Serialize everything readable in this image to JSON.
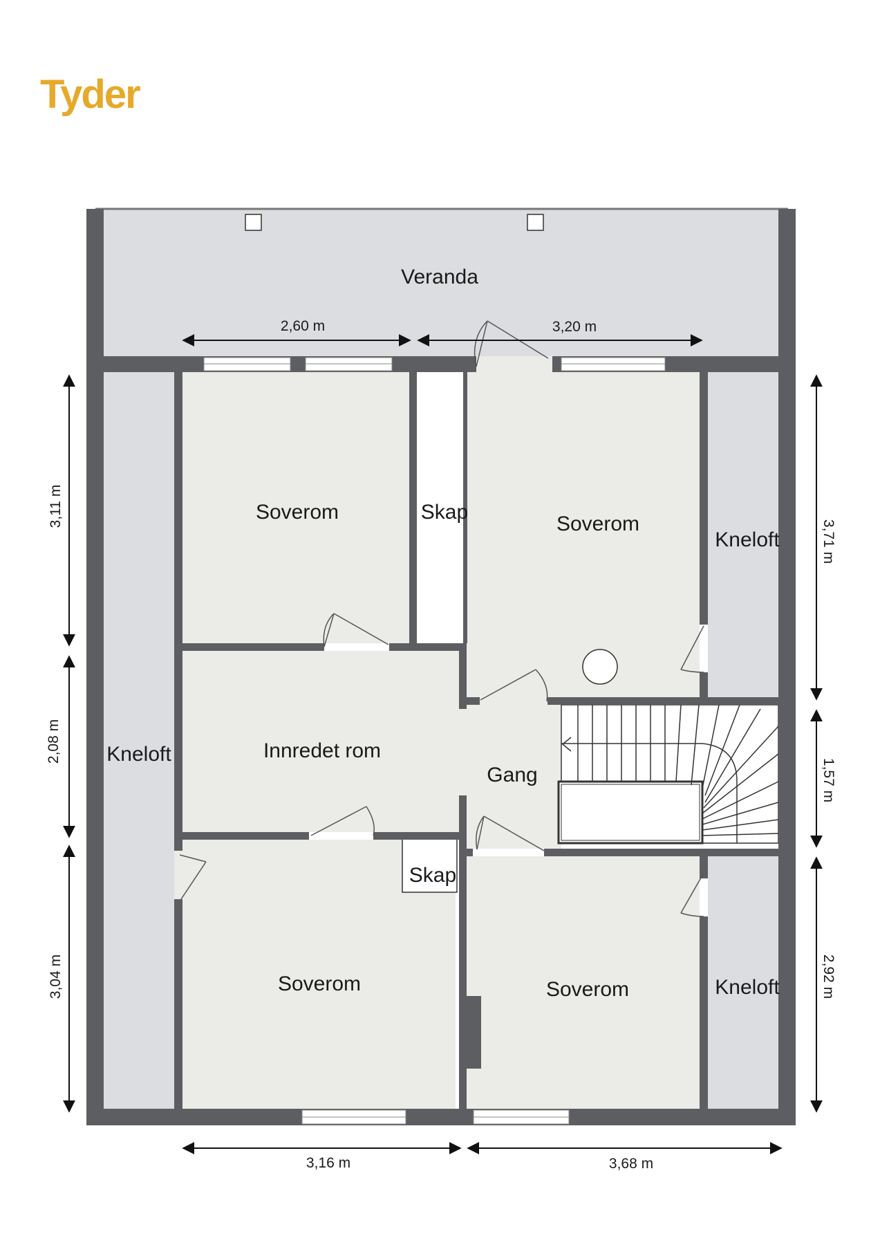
{
  "brand": {
    "name": "Tyder",
    "color": "#e6a92a"
  },
  "colors": {
    "wall": "#5d5e61",
    "floor": "#ebebe7",
    "kneloft": "#dcdde0",
    "veranda": "#dcdde0"
  },
  "rooms": {
    "veranda": "Veranda",
    "soverom_top_left": "Soverom",
    "skap_top": "Skap",
    "soverom_top_right": "Soverom",
    "kneloft_right_top": "Kneloft",
    "kneloft_left": "Kneloft",
    "innredet_rom": "Innredet rom",
    "gang": "Gang",
    "skap_mid": "Skap",
    "soverom_bottom_left": "Soverom",
    "soverom_bottom_right": "Soverom",
    "kneloft_right_bottom": "Kneloft"
  },
  "dimensions": {
    "top_left": "2,60 m",
    "top_right": "3,20 m",
    "left_top": "3,11 m",
    "left_mid": "2,08 m",
    "left_bottom": "3,04 m",
    "right_top": "3,71 m",
    "right_mid": "1,57 m",
    "right_bottom": "2,92 m",
    "bottom_left": "3,16 m",
    "bottom_right": "3,68 m"
  }
}
